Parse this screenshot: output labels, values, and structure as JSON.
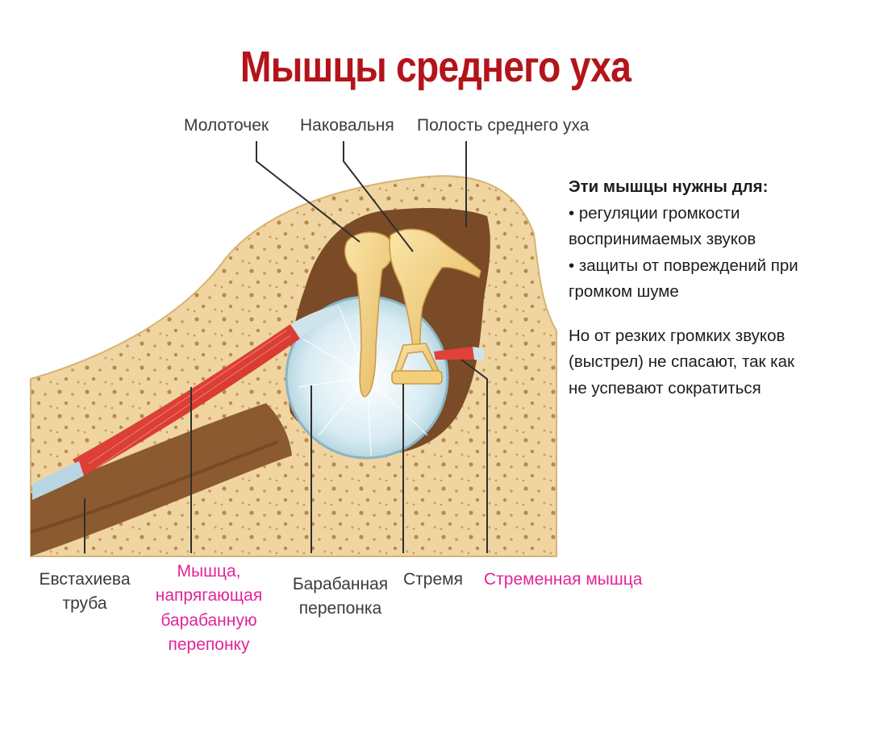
{
  "title": "Мышцы среднего уха",
  "labels": {
    "malleus": "Молоточек",
    "incus": "Наковальня",
    "cavity": "Полость среднего уха",
    "eustachian_line1": "Евстахиева",
    "eustachian_line2": "труба",
    "tensor_line1": "Мышца,",
    "tensor_line2": "напрягающая",
    "tensor_line3": "барабанную",
    "tensor_line4": "перепонку",
    "eardrum_line1": "Барабанная",
    "eardrum_line2": "перепонка",
    "stapes": "Стремя",
    "stapedius": "Стременная мышца"
  },
  "note": {
    "heading": "Эти мышцы нужны для:",
    "lines": [
      "• регуляции громкости",
      "воспринимаемых звуков",
      "• защиты от повреждений при",
      "громком шуме"
    ],
    "warning_lines": [
      "Но от  резких громких звуков",
      "(выстрел) не спасают, так как",
      "не успевают сократиться"
    ]
  },
  "colors": {
    "title": "#b3141a",
    "muscle_label": "#e0259a",
    "bone": "#f0d5a0",
    "cavity": "#7a4b26",
    "muscle": "#d9342b",
    "eardrum": "#cfe6ef",
    "ossicle": "#f5d488"
  }
}
